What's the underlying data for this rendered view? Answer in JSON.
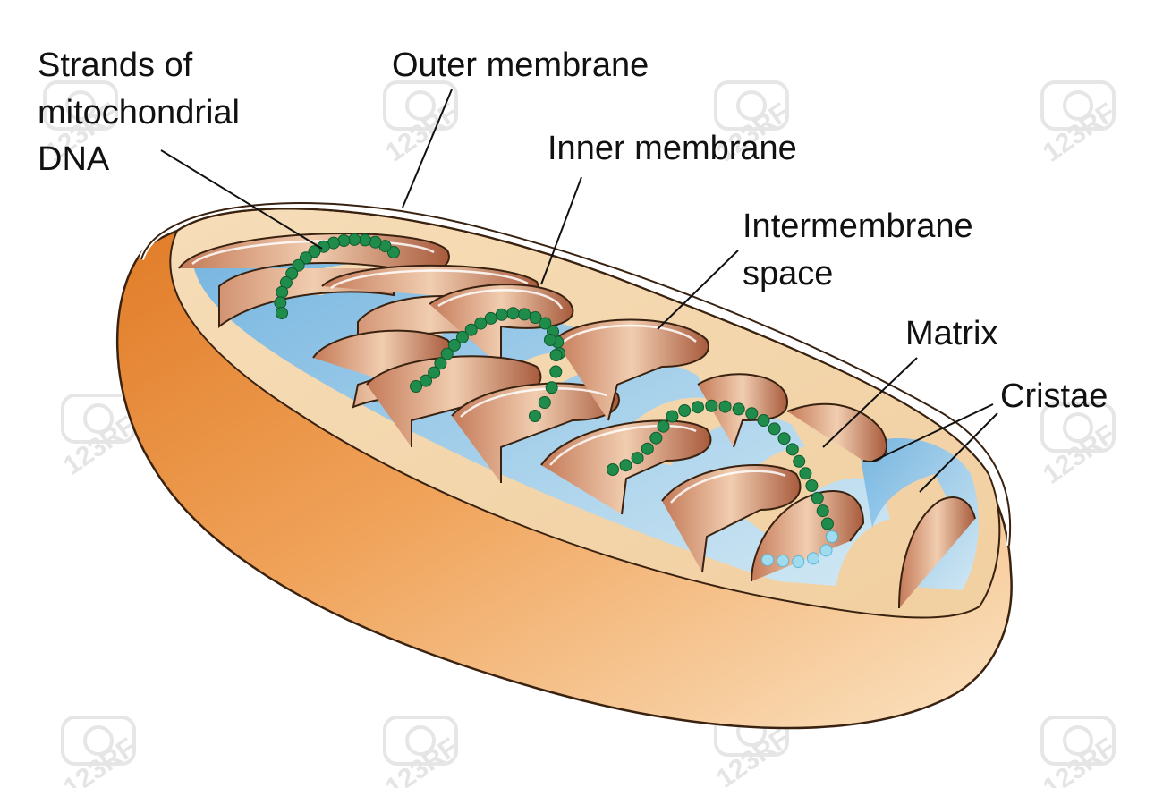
{
  "labels": {
    "dna_line1": "Strands of",
    "dna_line2": "mitochondrial",
    "dna_line3": "DNA",
    "outer_membrane": "Outer membrane",
    "inner_membrane": "Inner membrane",
    "intermembrane_line1": "Intermembrane",
    "intermembrane_line2": "space",
    "matrix": "Matrix",
    "cristae": "Cristae"
  },
  "watermark": {
    "text": "123RF",
    "icon": "camera-watermark-icon"
  },
  "colors": {
    "outer_shell": "#e8923f",
    "outer_shell_light": "#f6c98f",
    "inner_surface": "#f3dbb8",
    "cristae_fold": "#b9694a",
    "cristae_fold_light": "#ecc1a2",
    "matrix": "#8fc6ea",
    "dna_bead": "#1f8c4c",
    "dna_bead_light": "#9fdcef"
  }
}
